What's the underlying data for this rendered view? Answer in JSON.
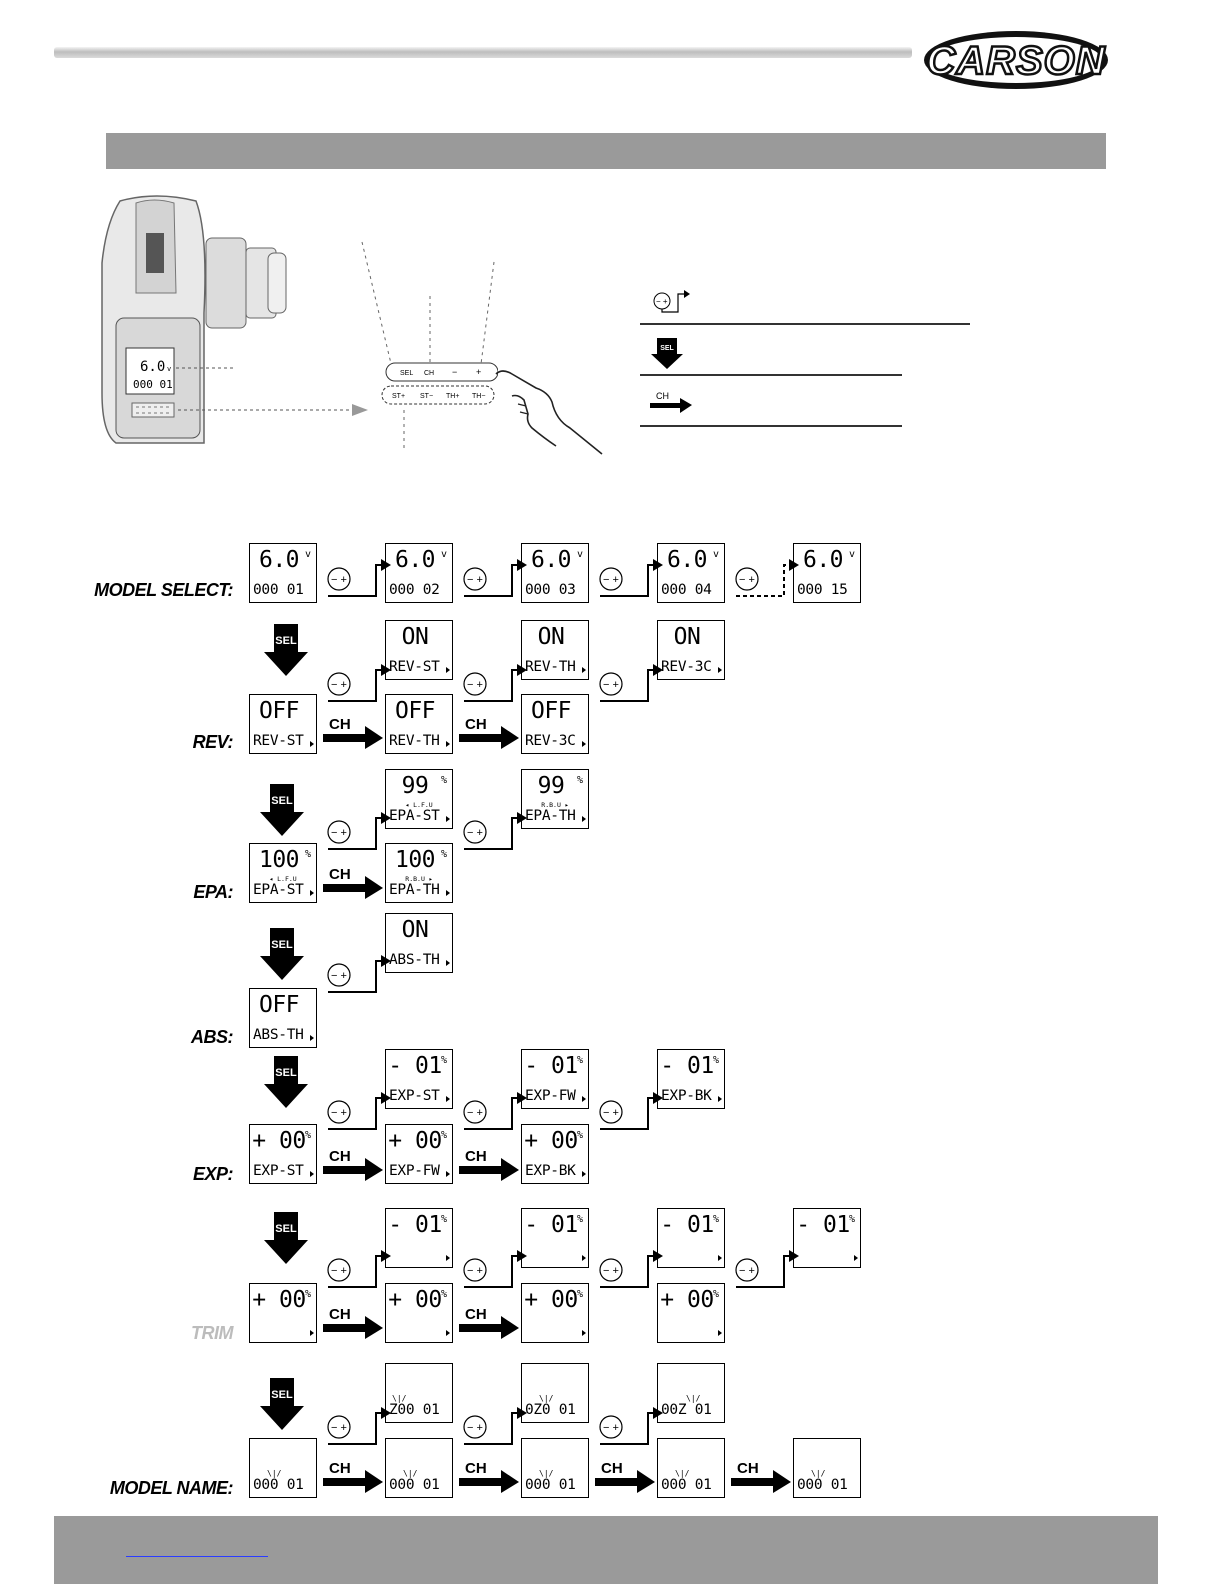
{
  "header": {
    "logo_text": "CARSON"
  },
  "transmitter": {
    "voltage": "6.0",
    "unit": "v",
    "model": "000 01"
  },
  "keypad": {
    "top_keys": [
      "SEL",
      "CH",
      "−",
      "+"
    ],
    "bottom_keys": [
      "ST+",
      "ST−",
      "TH+",
      "TH−"
    ]
  },
  "buttons": {
    "sel": "SEL",
    "ch": "CH"
  },
  "rows": {
    "model_select": {
      "label": "MODEL SELECT:",
      "screens": [
        {
          "top": "6.0",
          "unit": "v",
          "bot": "000 01"
        },
        {
          "top": "6.0",
          "unit": "v",
          "bot": "000 02"
        },
        {
          "top": "6.0",
          "unit": "v",
          "bot": "000 03"
        },
        {
          "top": "6.0",
          "unit": "v",
          "bot": "000 04"
        },
        {
          "top": "6.0",
          "unit": "v",
          "bot": "000 15"
        }
      ]
    },
    "rev": {
      "label": "REV:",
      "upper": [
        {
          "top": "ON",
          "bot": "REV-ST"
        },
        {
          "top": "ON",
          "bot": "REV-TH"
        },
        {
          "top": "ON",
          "bot": "REV-3C"
        }
      ],
      "lower": [
        {
          "top": "OFF",
          "bot": "REV-ST"
        },
        {
          "top": "OFF",
          "bot": "REV-TH"
        },
        {
          "top": "OFF",
          "bot": "REV-3C"
        }
      ]
    },
    "epa": {
      "label": "EPA:",
      "upper": [
        {
          "top": "99",
          "unit": "%",
          "sub": "◂ L.F.U",
          "bot": "EPA-ST"
        },
        {
          "top": "99",
          "unit": "%",
          "sub": "R.B.U ▸",
          "bot": "EPA-TH"
        }
      ],
      "lower": [
        {
          "top": "100",
          "unit": "%",
          "sub": "◂ L.F.U",
          "bot": "EPA-ST"
        },
        {
          "top": "100",
          "unit": "%",
          "sub": "R.B.U ▸",
          "bot": "EPA-TH"
        }
      ]
    },
    "abs": {
      "label": "ABS:",
      "upper": [
        {
          "top": "ON",
          "bot": "ABS-TH"
        }
      ],
      "lower": [
        {
          "top": "OFF",
          "bot": "ABS-TH"
        }
      ]
    },
    "exp": {
      "label": "EXP:",
      "upper": [
        {
          "top": "- 01",
          "unit": "%",
          "bot": "EXP-ST"
        },
        {
          "top": "- 01",
          "unit": "%",
          "bot": "EXP-FW"
        },
        {
          "top": "- 01",
          "unit": "%",
          "bot": "EXP-BK"
        }
      ],
      "lower": [
        {
          "top": "+ 00",
          "unit": "%",
          "bot": "EXP-ST"
        },
        {
          "top": "+ 00",
          "unit": "%",
          "bot": "EXP-FW"
        },
        {
          "top": "+ 00",
          "unit": "%",
          "bot": "EXP-BK"
        }
      ]
    },
    "trim": {
      "label": "TRIM",
      "upper": [
        {
          "top": "- 01",
          "unit": "%"
        },
        {
          "top": "- 01",
          "unit": "%"
        },
        {
          "top": "- 01",
          "unit": "%"
        },
        {
          "top": "- 01",
          "unit": "%"
        }
      ],
      "lower": [
        {
          "top": "+ 00",
          "unit": "%"
        },
        {
          "top": "+ 00",
          "unit": "%"
        },
        {
          "top": "+ 00",
          "unit": "%"
        },
        {
          "top": "+ 00",
          "unit": "%"
        }
      ]
    },
    "model_name": {
      "label": "MODEL NAME:",
      "upper": [
        {
          "bot": "Z00 01"
        },
        {
          "bot": "0Z0 01"
        },
        {
          "bot": "00Z 01"
        }
      ],
      "lower": [
        {
          "bot": "000 01"
        },
        {
          "bot": "000 01"
        },
        {
          "bot": "000 01"
        },
        {
          "bot": "000 01"
        },
        {
          "bot": "000 01"
        }
      ]
    }
  }
}
